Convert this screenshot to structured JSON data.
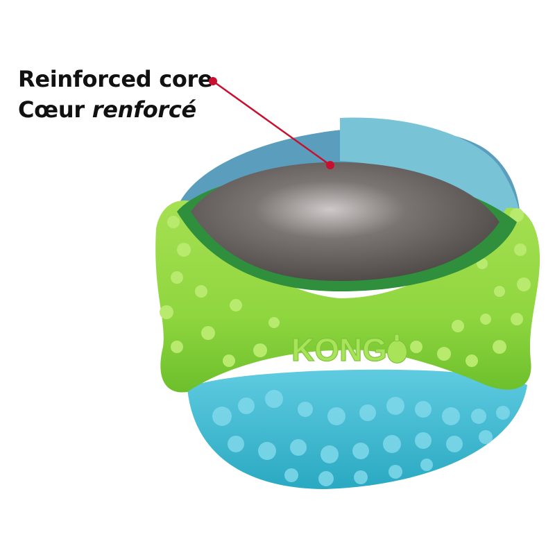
{
  "callout": {
    "line1": "Reinforced core",
    "line2_prefix": "Cœur ",
    "line2_italic": "renforcé"
  },
  "product": {
    "brand_mark": "KONG"
  },
  "colors": {
    "pointer": "#c8102e",
    "green": "#8fd63f",
    "dark_green": "#2f8f3c",
    "blue_band": "#6ab6cf",
    "teal": "#3bbad0",
    "core": "#5a5654"
  },
  "icons": {
    "pointer_dot": "pointer-dot-icon",
    "brand_logo": "kong-logo-icon"
  }
}
